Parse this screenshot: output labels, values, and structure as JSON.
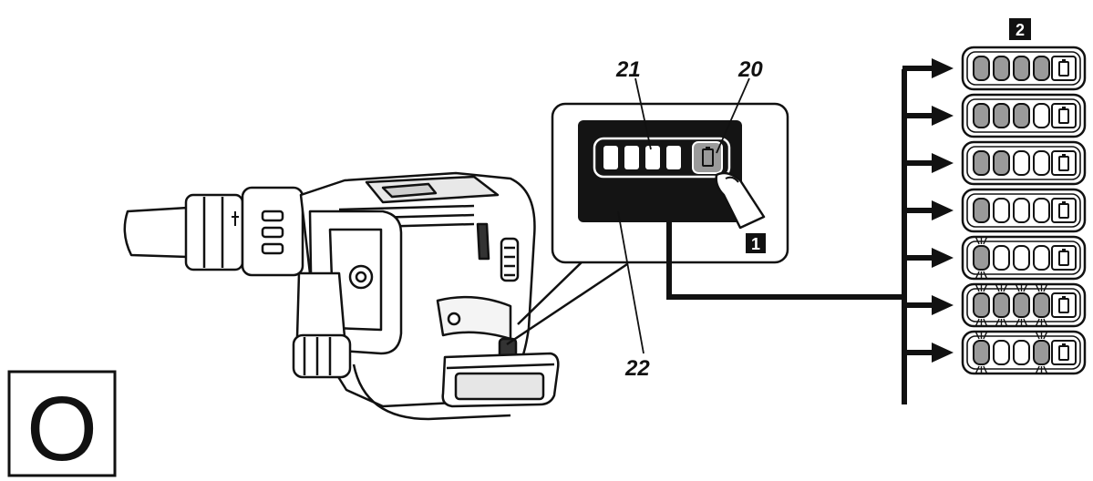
{
  "figure": {
    "section_letter": "O",
    "step_badges": [
      "1",
      "2"
    ],
    "callouts": {
      "fuel_gauge": "21",
      "button": "20",
      "panel": "22"
    }
  },
  "gauge_states": [
    {
      "lit": [
        1,
        1,
        1,
        1
      ],
      "blink": [
        0,
        0,
        0,
        0
      ]
    },
    {
      "lit": [
        1,
        1,
        1,
        0
      ],
      "blink": [
        0,
        0,
        0,
        0
      ]
    },
    {
      "lit": [
        1,
        1,
        0,
        0
      ],
      "blink": [
        0,
        0,
        0,
        0
      ]
    },
    {
      "lit": [
        1,
        0,
        0,
        0
      ],
      "blink": [
        0,
        0,
        0,
        0
      ]
    },
    {
      "lit": [
        1,
        0,
        0,
        0
      ],
      "blink": [
        1,
        0,
        0,
        0
      ]
    },
    {
      "lit": [
        1,
        1,
        1,
        1
      ],
      "blink": [
        1,
        1,
        1,
        1
      ]
    },
    {
      "lit": [
        1,
        0,
        0,
        1
      ],
      "blink": [
        1,
        0,
        0,
        1
      ]
    }
  ],
  "colors": {
    "ink": "#111111",
    "lit_segment": "#9a9a9a",
    "panel": "#141414"
  }
}
